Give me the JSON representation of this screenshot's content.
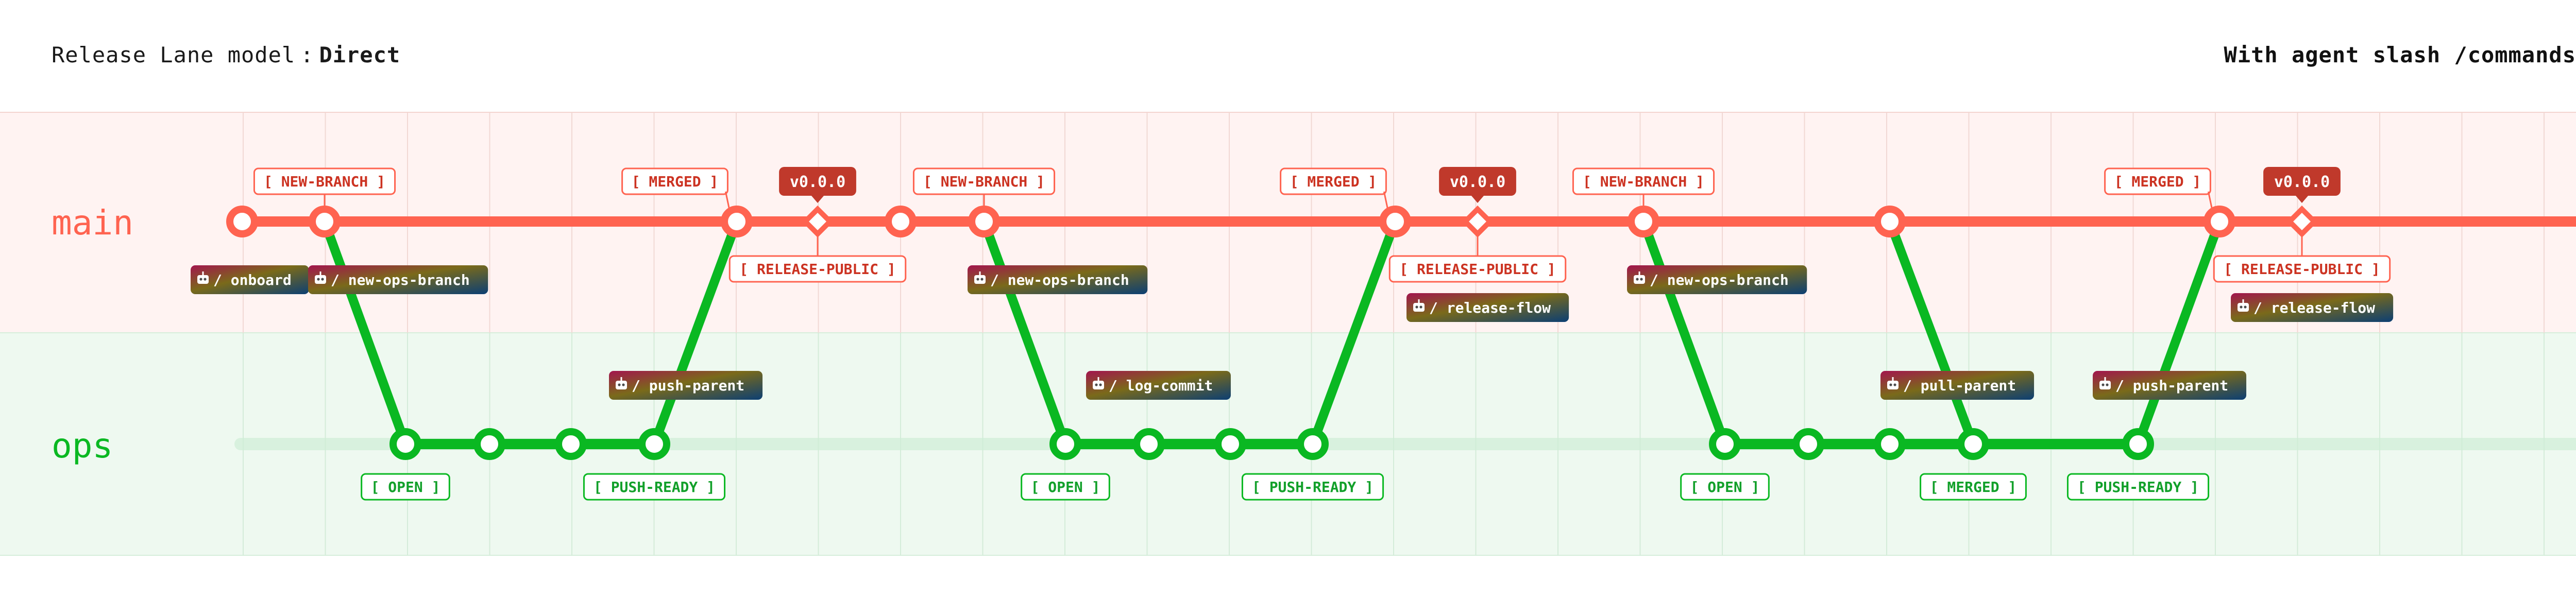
{
  "header": {
    "model_label": "Release Lane model",
    "separator": ":",
    "model_value": "Direct",
    "right_title": "With agent slash /commands"
  },
  "colors": {
    "main": "#ff6350",
    "main_lane_bg": "#fff3f2",
    "main_label_stroke": "#cc3322",
    "ops": "#0ab822",
    "ops_lane_bg": "#eef9f0",
    "ops_label_stroke": "#12a02a",
    "version_badge": "#c0392b",
    "grid": "#ecd6d2"
  },
  "lanes": [
    {
      "id": "main",
      "label": "main"
    },
    {
      "id": "ops",
      "label": "ops"
    }
  ],
  "icons": {
    "command": "sparkle-icon"
  },
  "cycles": [
    {
      "branch_label": "[ NEW-BRANCH ]",
      "branch_command": "/ new-ops-branch",
      "open_label": "[ OPEN ]",
      "side_command": "",
      "side_state": "",
      "push_command": "/ push-parent",
      "push_state": "[ PUSH-READY ]",
      "merged_label": "[ MERGED ]",
      "version": "v0.0.0",
      "release_label": "[ RELEASE-PUBLIC ]",
      "release_command": ""
    },
    {
      "branch_label": "[ NEW-BRANCH ]",
      "branch_command": "/ new-ops-branch",
      "open_label": "[ OPEN ]",
      "side_command": "/ log-commit",
      "side_state": "",
      "push_command": "",
      "push_state": "[ PUSH-READY ]",
      "merged_label": "[ MERGED ]",
      "version": "v0.0.0",
      "release_label": "[ RELEASE-PUBLIC ]",
      "release_command": "/ release-flow"
    },
    {
      "branch_label": "[ NEW-BRANCH ]",
      "branch_command": "/ new-ops-branch",
      "open_label": "[ OPEN ]",
      "side_command": "/ pull-parent",
      "side_state": "[ MERGED ]",
      "push_command": "/ push-parent",
      "push_state": "[ PUSH-READY ]",
      "merged_label": "[ MERGED ]",
      "version": "v0.0.0",
      "release_label": "[ RELEASE-PUBLIC ]",
      "release_command": "/ release-flow"
    }
  ],
  "start_command": "/ onboard"
}
